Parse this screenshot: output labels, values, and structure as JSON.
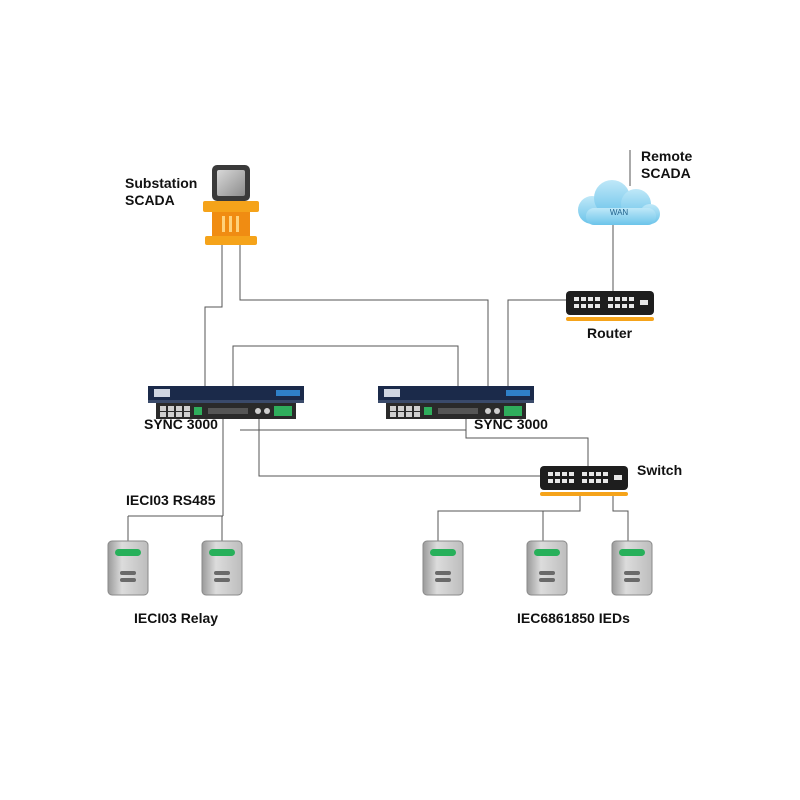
{
  "labels": {
    "substation_scada_line1": "Substation",
    "substation_scada_line2": "SCADA",
    "remote_scada_line1": "Remote",
    "remote_scada_line2": "SCADA",
    "wan": "WAN",
    "router": "Router",
    "sync_left": "SYNC 3000",
    "sync_right": "SYNC 3000",
    "switch": "Switch",
    "rs485": "IECI03 RS485",
    "relay_group": "IECI03 Relay",
    "ied_group": "IEC6861850 IEDs"
  },
  "colors": {
    "line": "#555555",
    "scada_orange": "#f5a31a",
    "device_navy": "#1b2a4a",
    "device_port_green": "#2fae5c",
    "router_body": "#1e1e1e",
    "router_base_orange": "#f5a31a",
    "cloud_blue": "#8fd3f0",
    "ied_body": "#cfcfcf",
    "ied_green": "#27b05a"
  },
  "icons": {
    "substation_scada": "scada-workstation-icon",
    "remote_wan": "wan-cloud-icon",
    "router": "router-icon",
    "switch": "network-switch-icon",
    "sync": "sync-3000-rack-device-icon",
    "ied": "ied-device-icon"
  }
}
